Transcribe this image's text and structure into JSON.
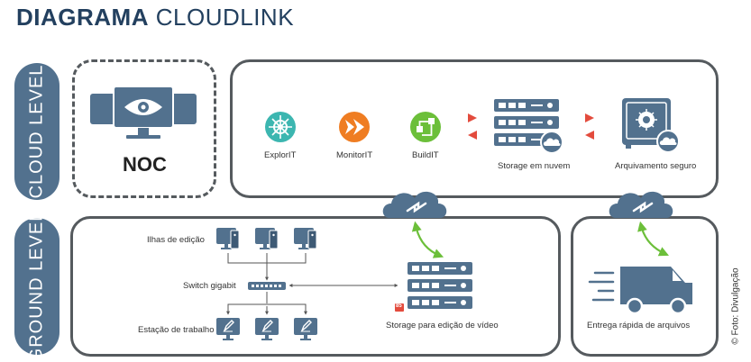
{
  "title": {
    "bold": "DIAGRAMA",
    "light": "CLOUDLINK"
  },
  "levels": {
    "cloud": "CLOUD LEVEL",
    "ground": "GROUND LEVEL"
  },
  "noc": {
    "label": "NOC",
    "icon": "monitors-eye-icon"
  },
  "cloud_items": {
    "explorit": "ExplorIT",
    "monitorit": "MonitorIT",
    "buildit": "BuildIT",
    "storage_cloud": "Storage em nuvem",
    "archive": "Arquivamento seguro"
  },
  "ground_items": {
    "editing_islands": "Ilhas de edição",
    "switch": "Switch gigabit",
    "workstation": "Estação de trabalho",
    "storage_video": "Storage para edição de vídeo",
    "delivery": "Entrega rápida de arquivos",
    "badge": "85"
  },
  "credit": "© Foto: Divulgação",
  "colors": {
    "navy": "#23405f",
    "slate": "#52718e",
    "teal": "#3cb6b0",
    "orange": "#ef7d22",
    "green": "#6cbf3a",
    "red": "#e34b3d"
  }
}
